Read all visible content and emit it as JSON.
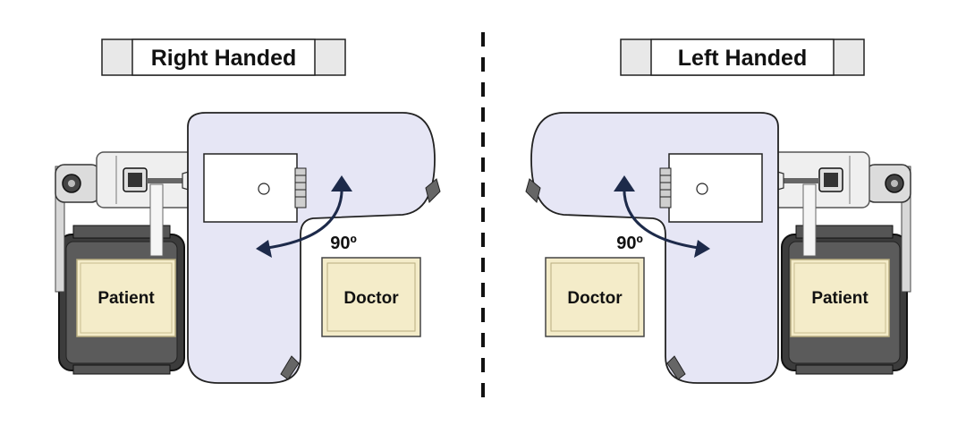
{
  "left_panel": {
    "title": "Right Handed",
    "patient_label": "Patient",
    "doctor_label": "Doctor",
    "angle_label": "90º"
  },
  "right_panel": {
    "title": "Left Handed",
    "patient_label": "Patient",
    "doctor_label": "Doctor",
    "angle_label": "90º"
  },
  "colors": {
    "desk_fill": "#e6e6f5",
    "box_fill": "#f4ecc9",
    "box_border": "#c8bd8f",
    "chair_dark": "#4a4a4a",
    "arrow_fill": "#1d2a4a",
    "divider": "#111111"
  }
}
